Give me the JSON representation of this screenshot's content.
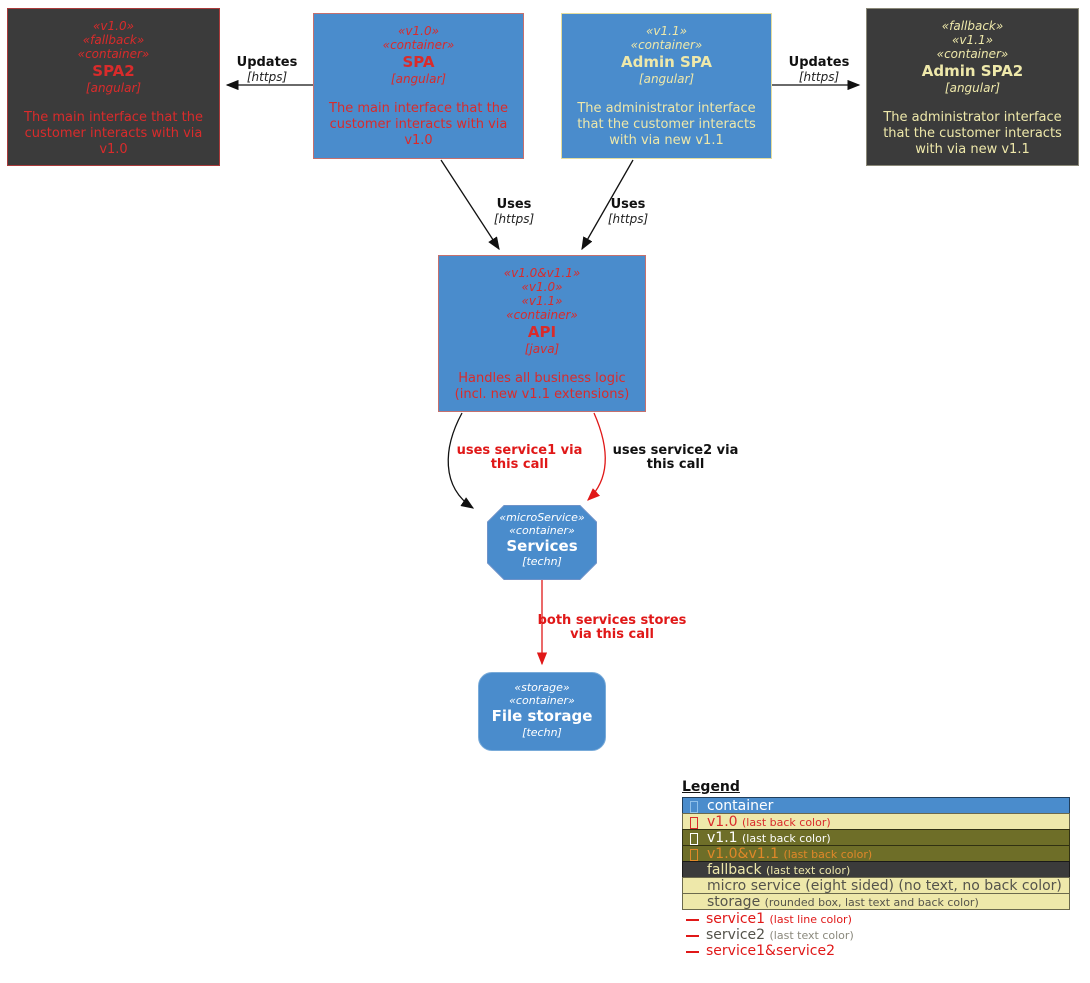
{
  "nodes": {
    "spa2": {
      "stereotypes": [
        "«v1.0»",
        "«fallback»",
        "«container»"
      ],
      "name": "SPA2",
      "tech": "[angular]",
      "description": "The main interface that the customer interacts with via v1.0"
    },
    "spa": {
      "stereotypes": [
        "«v1.0»",
        "«container»"
      ],
      "name": "SPA",
      "tech": "[angular]",
      "description": "The main interface that the customer interacts with via v1.0"
    },
    "admin_spa": {
      "stereotypes": [
        "«v1.1»",
        "«container»"
      ],
      "name": "Admin SPA",
      "tech": "[angular]",
      "description": "The administrator interface that the customer interacts with via new v1.1"
    },
    "admin_spa2": {
      "stereotypes": [
        "«fallback»",
        "«v1.1»",
        "«container»"
      ],
      "name": "Admin SPA2",
      "tech": "[angular]",
      "description": "The administrator interface that the customer interacts with via new v1.1"
    },
    "api": {
      "stereotypes": [
        "«v1.0&v1.1»",
        "«v1.0»",
        "«v1.1»",
        "«container»"
      ],
      "name": "API",
      "tech": "[java]",
      "description": "Handles all business logic (incl. new v1.1 extensions)"
    },
    "services": {
      "stereotypes": [
        "«microService»",
        "«container»"
      ],
      "name": "Services",
      "tech": "[techn]"
    },
    "file_storage": {
      "stereotypes": [
        "«storage»",
        "«container»"
      ],
      "name": "File storage",
      "tech": "[techn]"
    }
  },
  "edges": {
    "updates_left": {
      "label": "Updates",
      "tech": "[https]"
    },
    "updates_right": {
      "label": "Updates",
      "tech": "[https]"
    },
    "uses_spa": {
      "label": "Uses",
      "tech": "[https]"
    },
    "uses_admin": {
      "label": "Uses",
      "tech": "[https]"
    },
    "service1": {
      "label": "uses service1 via this call"
    },
    "service2": {
      "label": "uses service2 via this call"
    },
    "storage": {
      "label": "both services stores via this call"
    }
  },
  "legend": {
    "title": "Legend",
    "rows": [
      {
        "label": "container",
        "note": ""
      },
      {
        "label": "v1.0",
        "note": "(last back color)"
      },
      {
        "label": "v1.1",
        "note": "(last back color)"
      },
      {
        "label": "v1.0&v1.1",
        "note": "(last back color)"
      },
      {
        "label": "fallback",
        "note": "(last text color)"
      },
      {
        "label": "micro service (eight sided) (no text, no back color)",
        "note": ""
      },
      {
        "label": "storage",
        "note": "(rounded box, last text and back color)"
      },
      {
        "label": "service1",
        "note": "(last line color)"
      },
      {
        "label": "service2",
        "note": "(last text color)"
      },
      {
        "label": "service1&service2",
        "note": ""
      }
    ]
  },
  "colors": {
    "container_blue": "#4A8CCC",
    "tag_red_text": "#D92B2B",
    "pale_yellow": "#EEE8AA",
    "olive": "#6E6E28",
    "dark_gray": "#3B3B3B",
    "orange": "#E08828",
    "line_red": "#E01818",
    "line_black": "#111111"
  }
}
